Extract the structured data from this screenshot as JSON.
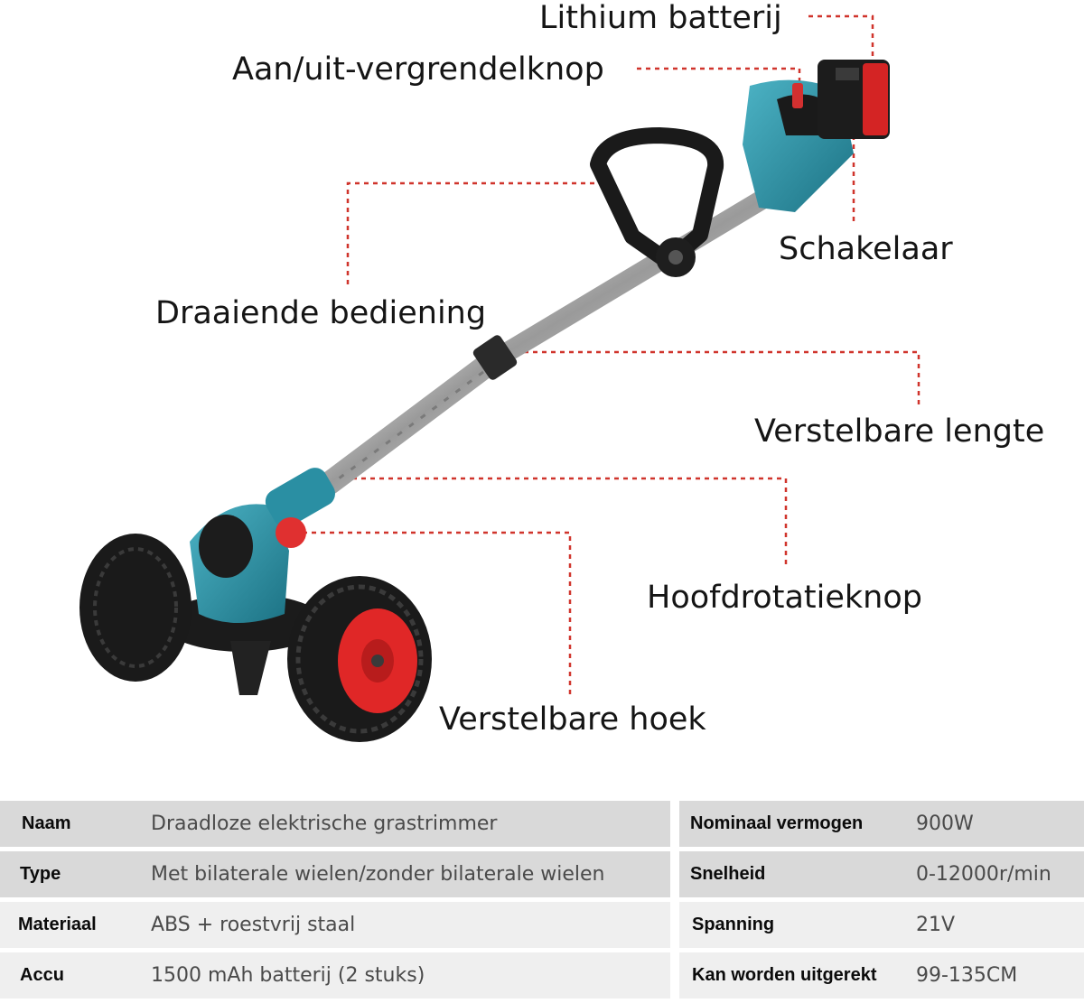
{
  "callouts": {
    "lithium_battery": "Lithium batterij",
    "onoff_lock_button": "Aan/uit-vergrendelknop",
    "switch": "Schakelaar",
    "rotating_handle": "Draaiende bediening",
    "adjustable_length": "Verstelbare lengte",
    "main_rotation_knob": "Hoofdrotatieknop",
    "adjustable_angle": "Verstelbare hoek"
  },
  "specs_left": [
    {
      "label": "Naam",
      "value": "Draadloze elektrische grastrimmer"
    },
    {
      "label": "Type",
      "value": "Met bilaterale wielen/zonder bilaterale wielen"
    },
    {
      "label": "Materiaal",
      "value": "ABS + roestvrij staal"
    },
    {
      "label": "Accu",
      "value": "1500 mAh batterij (2 stuks)"
    }
  ],
  "specs_right": [
    {
      "label": "Nominaal vermogen",
      "value": "900W"
    },
    {
      "label": "Snelheid",
      "value": "0-12000r/min"
    },
    {
      "label": "Spanning",
      "value": "21V"
    },
    {
      "label": "Kan worden uitgerekt",
      "value": "99-135CM"
    }
  ],
  "colors": {
    "leader_line": "#d0342c",
    "tool_body": "#2a8fa3",
    "wheel_hub": "#e02727",
    "table_shade": "#d9d9d9",
    "table_light": "#efefef"
  }
}
